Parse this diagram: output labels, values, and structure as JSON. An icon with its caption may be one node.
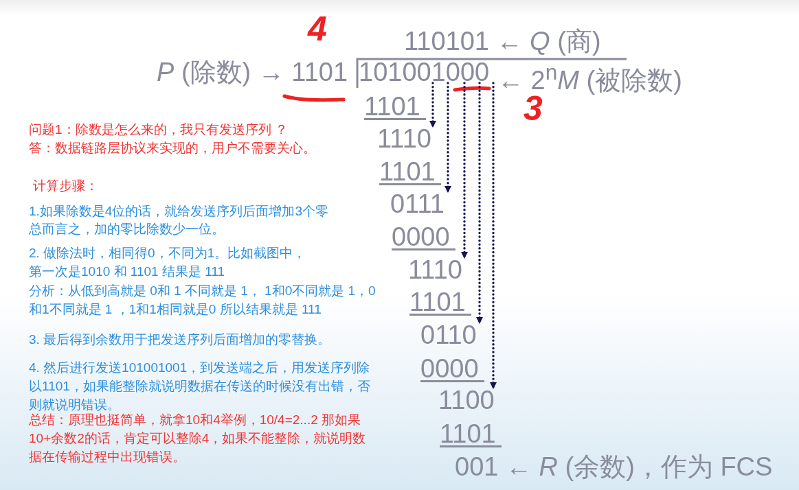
{
  "diagram": {
    "nodes": [
      {
        "text": [
          "101001000"
        ]
      },
      {
        "text": [
          "1110"
        ],
        "beside": [
          "1101"
        ]
      },
      {
        "text": [
          "0111"
        ],
        "beside": [
          "1101"
        ]
      },
      {
        "text": [
          "1110"
        ],
        "beside": [
          "0000"
        ]
      },
      {
        "text": [
          "0110"
        ],
        "beside": [
          "1101"
        ]
      },
      {
        "text": [
          "1100"
        ],
        "beside": [
          "0000"
        ]
      }
    ],
    "edges": [
      {
        "from": 0,
        "to": 1,
        "arrow": "to",
        "style": "dashed"
      },
      {
        "from": 0,
        "to": 2,
        "arrow": "to",
        "style": "dashed"
      },
      {
        "from": 0,
        "to": 3,
        "arrow": "to",
        "style": "dashed"
      },
      {
        "from": 0,
        "to": 4,
        "arrow": "to",
        "style": "dashed"
      },
      {
        "from": 0,
        "to": 5,
        "arrow": "to",
        "style": "dashed"
      }
    ],
    "labels": [
      "4",
      "110101 ← *Q* (商)",
      "*P* (除数) → 1101",
      "← 2$^{n}$*M* (被除数)",
      "3",
      "问题1：除数是怎么来的，我只有发送序列 ？",
      "答：数据链路层协议来实现的，用户不需要关心。",
      "计算步骤：",
      "1.如果除数是4位的话，就给发送序列后面增加3个零",
      "总而言之，加的零比除数少一位。",
      "2. 做除法时，相同得0，不同为1。比如截图中，",
      "第一次是1010 和 1101 结果是 111",
      "分析：从低到高就是 0和 1 不同就是 1， 1和0不同就是 1，0和1不同就是 1 ，1和1相同就是0 所以结果就是 111",
      "3. 最后得到余数用于把发送序列后面增加的零替换。",
      "4. 然后进行发送101001001，到发送端之后，用发送序列除以1101，如果能整除就说明数据在传送的时候没有出错，否则就说明错误。",
      "1101",
      "总结：原理也挺简单，就拿10和4举例，10/4=2...2 那如果10+余数2的话，肯定可以整除4，如果不能整除，就说明数据在传输过程中出现错误。",
      "001 ← *R* (余数)，作为 FCS"
    ]
  }
}
